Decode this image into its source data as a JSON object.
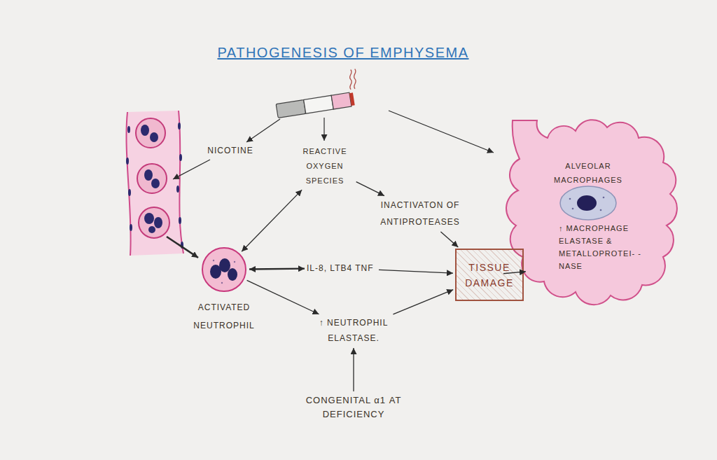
{
  "diagram": {
    "title": "PATHOGENESIS OF EMPHYSEMA",
    "nodes": [
      {
        "text": [
          "NICOTINE"
        ]
      },
      {
        "text": [
          "REACTIVE OXYGEN SPECIES"
        ]
      },
      {
        "text": [
          "ALVEOLAR MACROPHAGES",
          "↑ MACROPHAGE ELASTASE & METALLOPROTEI- -NASE"
        ]
      },
      {
        "text": [
          "INACTIVATON OF ANTIPROTEASES"
        ]
      },
      {
        "text": [
          "ACTIVATED NEUTROPHIL"
        ]
      },
      {
        "text": [
          "IL-8, LTB4 TNF"
        ]
      },
      {
        "text": [
          "TISSUE DAMAGE"
        ]
      },
      {
        "text": [
          "↑ NEUTROPHIL ELASTASE."
        ]
      },
      {
        "text": [
          "CONGENITAL α1 AT DEFICIENCY"
        ]
      }
    ],
    "edges": [
      {
        "from": 4,
        "to": 1,
        "arrow": "both"
      },
      {
        "from": 1,
        "to": 3,
        "arrow": "to"
      },
      {
        "from": 3,
        "to": 6,
        "arrow": "to"
      },
      {
        "from": 4,
        "to": 5,
        "arrow": "both"
      },
      {
        "from": 5,
        "to": 6,
        "arrow": "to"
      },
      {
        "from": 2,
        "to": 6,
        "arrow": "to"
      },
      {
        "from": 4,
        "to": 7,
        "arrow": "to"
      },
      {
        "from": 7,
        "to": 6,
        "arrow": "to"
      },
      {
        "from": 8,
        "to": 7,
        "arrow": "to"
      }
    ]
  }
}
